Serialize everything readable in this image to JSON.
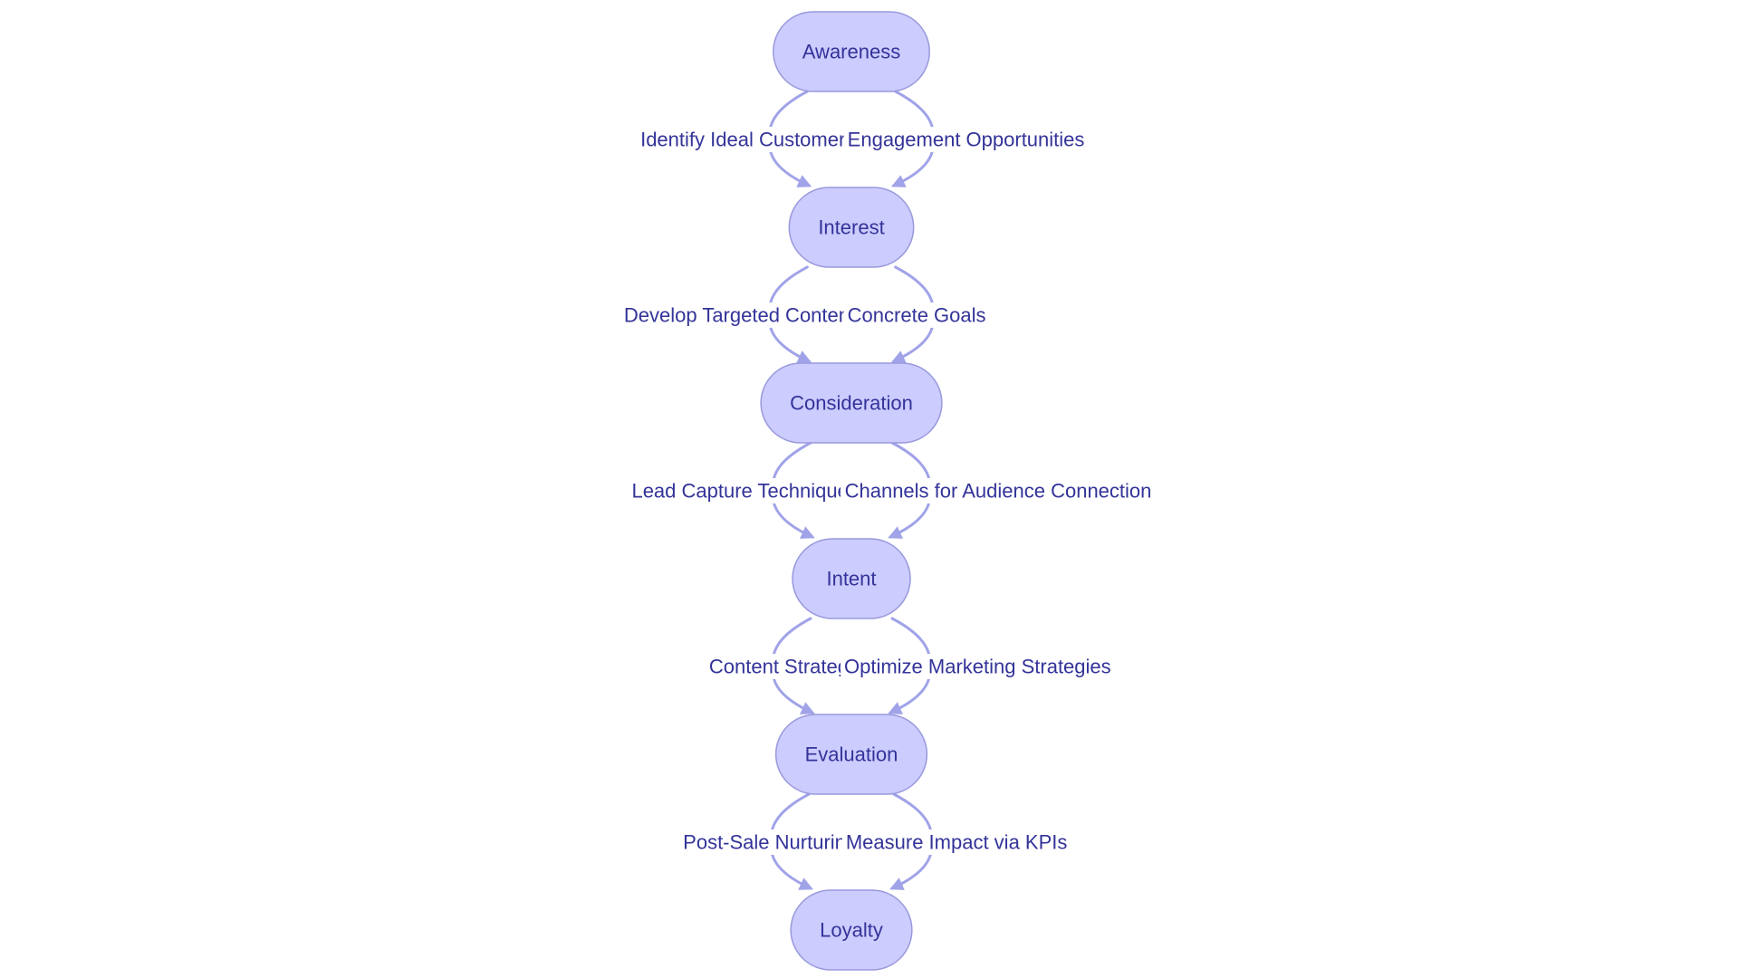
{
  "colors": {
    "node_fill": "#ccccff",
    "node_stroke": "#9999dd",
    "edge": "#a0a3e8",
    "text": "#333399",
    "background": "#ffffff"
  },
  "nodes": [
    {
      "id": "awareness",
      "label": "Awareness"
    },
    {
      "id": "interest",
      "label": "Interest"
    },
    {
      "id": "consideration",
      "label": "Consideration"
    },
    {
      "id": "intent",
      "label": "Intent"
    },
    {
      "id": "evaluation",
      "label": "Evaluation"
    },
    {
      "id": "loyalty",
      "label": "Loyalty"
    }
  ],
  "edges": [
    {
      "from": "awareness",
      "to": "interest",
      "side": "left",
      "label": "Identify Ideal Customers"
    },
    {
      "from": "awareness",
      "to": "interest",
      "side": "right",
      "label": "Engagement Opportunities"
    },
    {
      "from": "interest",
      "to": "consideration",
      "side": "left",
      "label": "Develop Targeted Content"
    },
    {
      "from": "interest",
      "to": "consideration",
      "side": "right",
      "label": "Concrete Goals"
    },
    {
      "from": "consideration",
      "to": "intent",
      "side": "left",
      "label": "Lead Capture Techniques"
    },
    {
      "from": "consideration",
      "to": "intent",
      "side": "right",
      "label": "Channels for Audience Connection"
    },
    {
      "from": "intent",
      "to": "evaluation",
      "side": "left",
      "label": "Content Strategy"
    },
    {
      "from": "intent",
      "to": "evaluation",
      "side": "right",
      "label": "Optimize Marketing Strategies"
    },
    {
      "from": "evaluation",
      "to": "loyalty",
      "side": "left",
      "label": "Post-Sale Nurturing"
    },
    {
      "from": "evaluation",
      "to": "loyalty",
      "side": "right",
      "label": "Measure Impact via KPIs"
    }
  ]
}
